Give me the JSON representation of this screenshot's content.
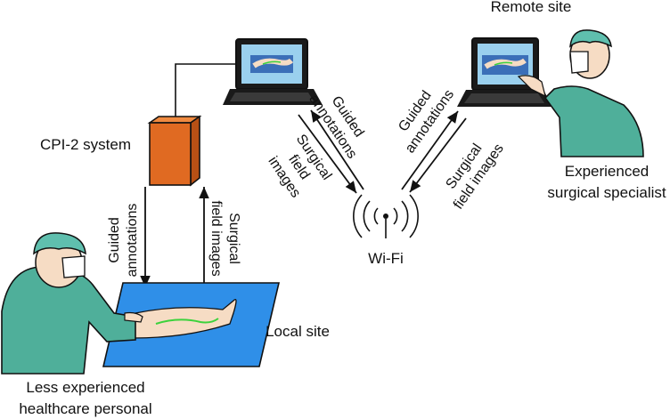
{
  "labels": {
    "remote_site": "Remote site",
    "cpi_system": "CPI-2 system",
    "wifi": "Wi-Fi",
    "local_site": "Local site",
    "specialist_line1": "Experienced",
    "specialist_line2": "surgical specialist",
    "personal_line1": "Less experienced",
    "personal_line2": "healthcare personal"
  },
  "arrows": {
    "guided_line1": "Guided",
    "guided_line2": "annotations",
    "surgical_line1": "Surgical",
    "surgical_line2": "field images",
    "surgical_split_line1": "Surgical",
    "surgical_split_line2": "field",
    "surgical_split_line3": "images"
  },
  "colors": {
    "device": "#e06a22",
    "scrubs": "#4faf9a",
    "cap": "#5fbfae",
    "table": "#2f8fe8",
    "skin": "#f6dcc4",
    "screen": "#3b6fb8",
    "incision": "#3cd23c"
  }
}
